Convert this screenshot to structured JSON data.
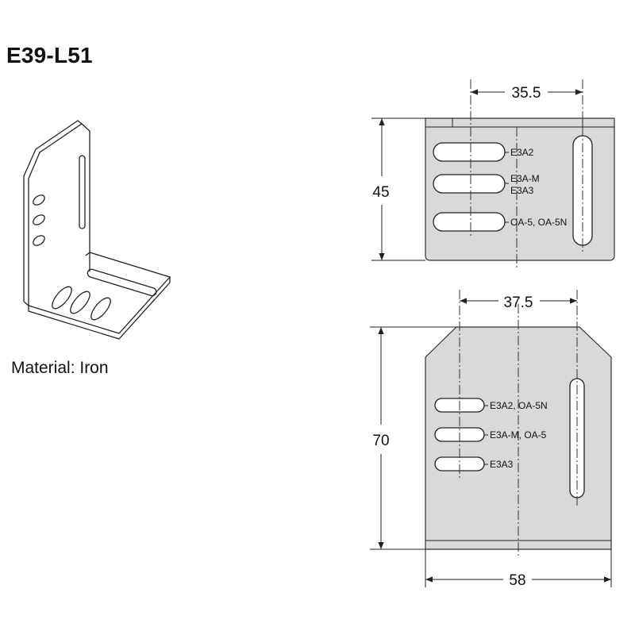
{
  "title": "E39-L51",
  "material": "Material: Iron",
  "top_view": {
    "width_dim": "35.5",
    "height_dim": "45",
    "slot_labels": [
      {
        "line1": "E3A2",
        "line2": ""
      },
      {
        "line1": "E3A-M",
        "line2": "E3A3"
      },
      {
        "line1": "OA-5, OA-5N",
        "line2": ""
      }
    ]
  },
  "side_view": {
    "width_dim": "37.5",
    "height_dim": "70",
    "bottom_dim": "58",
    "slot_labels": [
      "E3A2, OA-5N",
      "E3A-M, OA-5",
      "E3A3"
    ]
  },
  "colors": {
    "plate_fill": "#d9d9d9",
    "line": "#222222"
  }
}
